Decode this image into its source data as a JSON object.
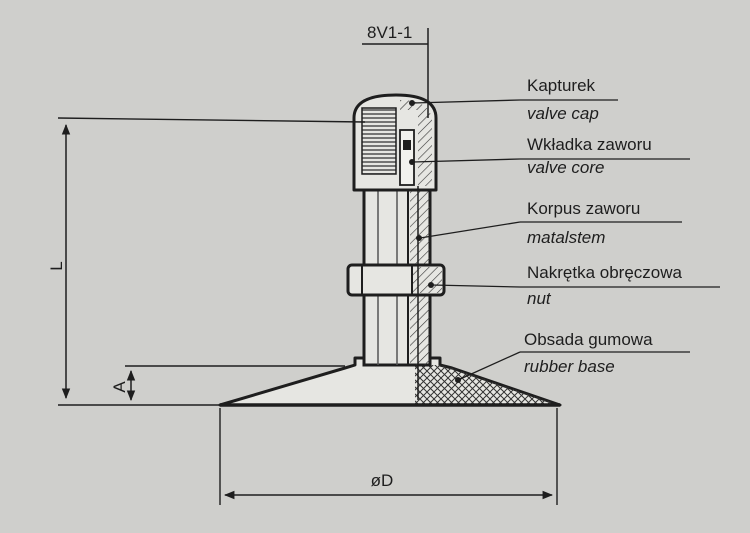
{
  "title": "8V1-1",
  "dimensions": {
    "height": "L",
    "base_height": "A",
    "diameter": "øD"
  },
  "callouts": [
    {
      "pl": "Kapturek",
      "en": "valve cap"
    },
    {
      "pl": "Wkładka zaworu",
      "en": "valve core"
    },
    {
      "pl": "Korpus zaworu",
      "en": "matalstem"
    },
    {
      "pl": "Nakrętka obręczowa",
      "en": "nut"
    },
    {
      "pl": "Obsada gumowa",
      "en": "rubber base"
    }
  ],
  "colors": {
    "background": "#cfcfcc",
    "line": "#1e1e1e",
    "body": "#e6e6e2"
  }
}
